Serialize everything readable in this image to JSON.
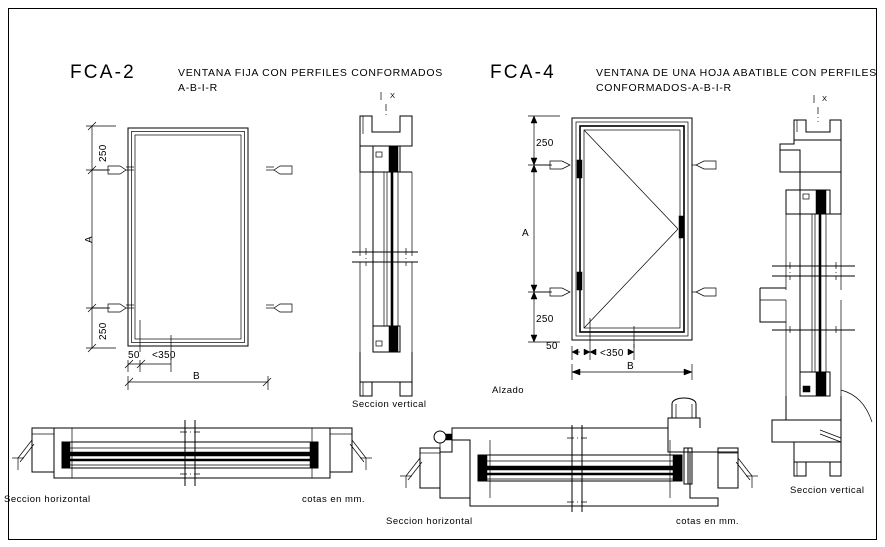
{
  "drawing": {
    "sheet_note_left": "cotas en mm.",
    "sheet_note_right": "cotas en mm."
  },
  "panels": {
    "fca2": {
      "code": "FCA-2",
      "title_line1": "VENTANA FIJA CON PERFILES CONFORMADOS",
      "title_line2": "A-B-I-R",
      "elevation": {
        "dim_top": "250",
        "dim_bottom": "250",
        "dim_height": "A",
        "dim_width": "B",
        "dim_edge": "50",
        "dim_glass": "<350"
      },
      "vertical_section_label": "Seccion vertical",
      "vertical_section_mark": "X",
      "horizontal_section_label": "Seccion horizontal"
    },
    "fca4": {
      "code": "FCA-4",
      "title_line1": "VENTANA DE UNA HOJA ABATIBLE CON PERFILES",
      "title_line2": "CONFORMADOS-A-B-I-R",
      "elevation_label": "Alzado",
      "elevation": {
        "dim_top": "250",
        "dim_bottom": "250",
        "dim_height": "A",
        "dim_width": "B",
        "dim_edge": "50",
        "dim_glass": "<350"
      },
      "vertical_section_label": "Seccion vertical",
      "vertical_section_mark": "X",
      "horizontal_section_label": "Seccion horizontal"
    }
  }
}
